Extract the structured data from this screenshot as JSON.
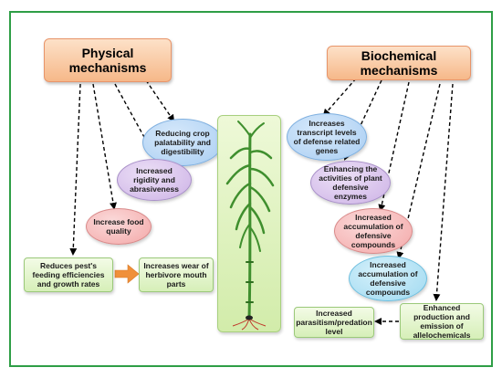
{
  "headers": {
    "physical": "Physical mechanisms",
    "biochemical": "Biochemical mechanisms"
  },
  "physical_nodes": {
    "palatability": "Reducing crop palatability and digestibility",
    "rigidity": "Increased rigidity and abrasiveness",
    "food_quality": "Increase food quality",
    "feeding": "Reduces pest's feeding efficiencies and growth rates",
    "wear": "Increases wear of herbivore mouth parts"
  },
  "biochemical_nodes": {
    "transcript": "Increases transcript levels of defense related genes",
    "enzymes": "Enhancing the activities of plant defensive enzymes",
    "accumulation1": "Increased accumulation of defensive compounds",
    "accumulation2": "Increased accumulation of defensive compounds",
    "allelochemicals": "Enhanced production and emission of allelochemicals",
    "parasitism": "Increased parasitism/predation level"
  },
  "colors": {
    "border": "#2e9e46",
    "header_fill": "#f6b889",
    "arrow": "#000000",
    "orange_arrow": "#f0903a",
    "plant": "#3f8f2e"
  },
  "icons": [
    "plant-illustration"
  ]
}
